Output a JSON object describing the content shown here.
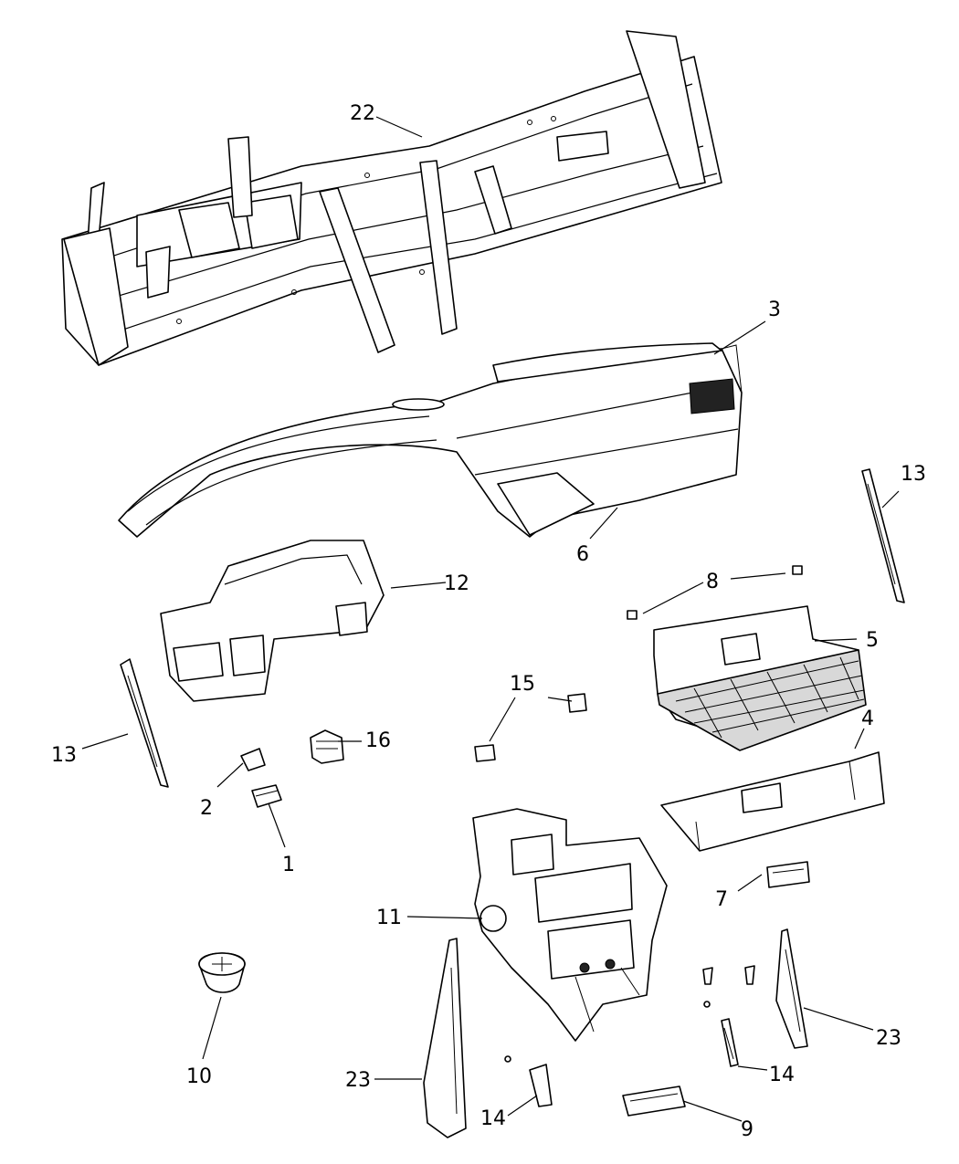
{
  "callouts": {
    "c1": "1",
    "c2": "2",
    "c3": "3",
    "c4": "4",
    "c5": "5",
    "c6": "6",
    "c7": "7",
    "c8": "8",
    "c9": "9",
    "c10": "10",
    "c11": "11",
    "c12": "12",
    "c13_right": "13",
    "c13_left": "13",
    "c14_left": "14",
    "c14_right": "14",
    "c15": "15",
    "c16": "16",
    "c22": "22",
    "c23_left": "23",
    "c23_right": "23"
  }
}
